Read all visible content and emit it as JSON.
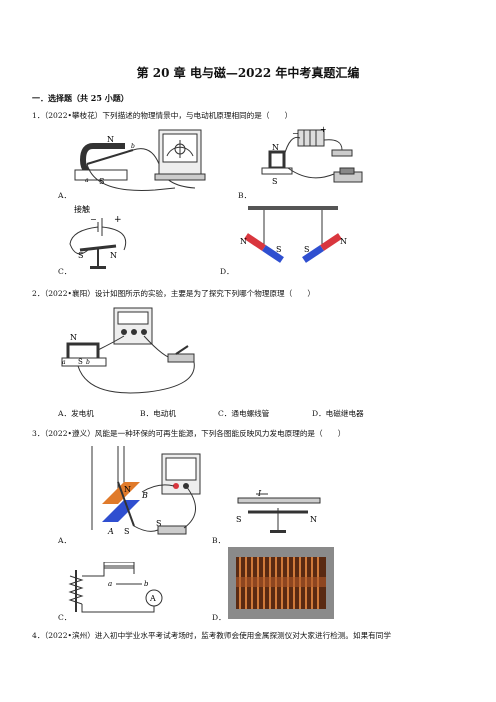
{
  "title": "第 20 章  电与磁—2022 年中考真题汇编",
  "section": "一．选择题（共 25 小题）",
  "questions": [
    {
      "stem": "1．（2022•攀枝花）下列描述的物理情景中，与电动机原理相同的是（　　）",
      "options": [
        "A．",
        "B．",
        "C．",
        "D．"
      ],
      "fig_labels": {
        "a_N": "N",
        "a_S": "S",
        "a_a": "a",
        "a_b": "b",
        "b_N": "N",
        "b_S": "S",
        "b_plus": "+",
        "b_minus": "−",
        "c_label": "接触",
        "c_plus": "+",
        "c_minus": "−",
        "c_S": "S",
        "c_N": "N",
        "d_N1": "N",
        "d_S1": "S",
        "d_S2": "S",
        "d_N2": "N"
      }
    },
    {
      "stem": "2．（2022•襄阳）设计如图所示的实验，主要是为了探究下列哪个物理原理（　　）",
      "fig_labels": {
        "N": "N",
        "S": "S",
        "a": "a",
        "b": "b"
      },
      "choices": [
        "A．发电机",
        "B．电动机",
        "C．通电螺线管",
        "D．电磁继电器"
      ]
    },
    {
      "stem": "3．（2022•遵义）风能是一种环保的可再生能源，下列各图能反映风力发电原理的是（　　）",
      "options": [
        "A．",
        "B．",
        "C．",
        "D．"
      ],
      "fig_labels": {
        "a_N": "N",
        "a_S": "S",
        "a_A": "A",
        "a_B": "B",
        "a_S2": "S",
        "b_I": "I",
        "b_S": "S",
        "b_N": "N",
        "c_a": "a",
        "c_b": "b",
        "c_A": "A"
      }
    },
    {
      "stem": "4．（2022•滨州）进入初中学业水平考试考场时，监考教师会使用金属探测仪对大家进行检测。如果有同学"
    }
  ],
  "colors": {
    "magnet_red": "#d9363e",
    "magnet_blue": "#2f4fd0",
    "wood": "#c8a060",
    "copper": "#b05a2a"
  }
}
